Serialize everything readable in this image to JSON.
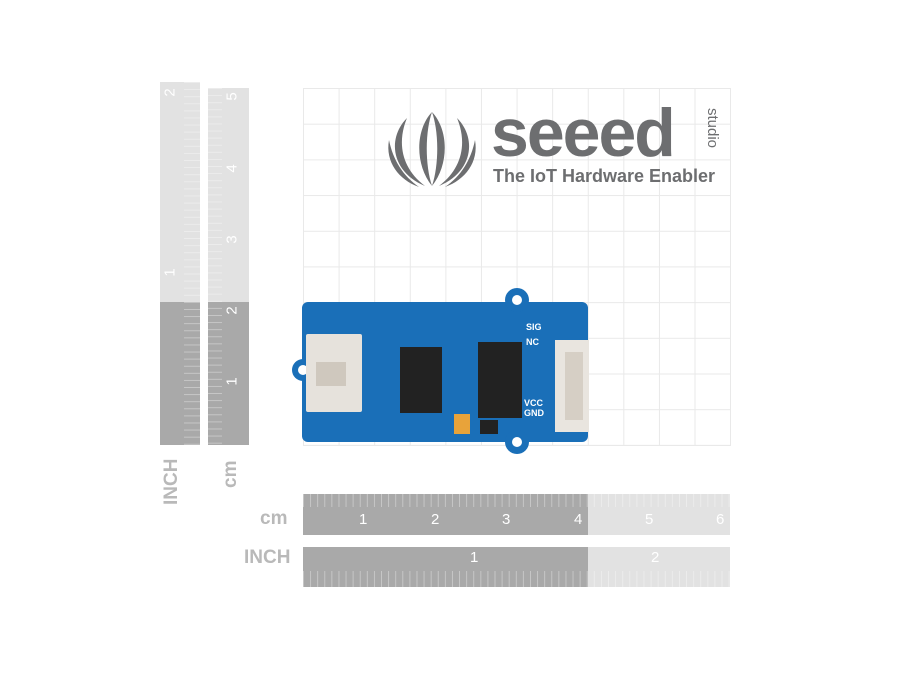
{
  "logo": {
    "brand": "seeed",
    "sub": "studio",
    "tagline": "The IoT Hardware Enabler"
  },
  "board": {
    "labels": {
      "sig": "SIG",
      "nc": "NC",
      "vcc": "VCC",
      "gnd": "GND"
    },
    "color": "#1a6fb8"
  },
  "rulers": {
    "vertical_inch": {
      "unit": "INCH",
      "numbers": [
        "2",
        "1"
      ]
    },
    "vertical_cm": {
      "unit": "cm",
      "numbers": [
        "5",
        "4",
        "3",
        "2",
        "1"
      ]
    },
    "horizontal_cm": {
      "unit": "cm",
      "numbers": [
        "1",
        "2",
        "3",
        "4",
        "5",
        "6"
      ]
    },
    "horizontal_inch": {
      "unit": "INCH",
      "numbers": [
        "1",
        "2"
      ]
    }
  }
}
